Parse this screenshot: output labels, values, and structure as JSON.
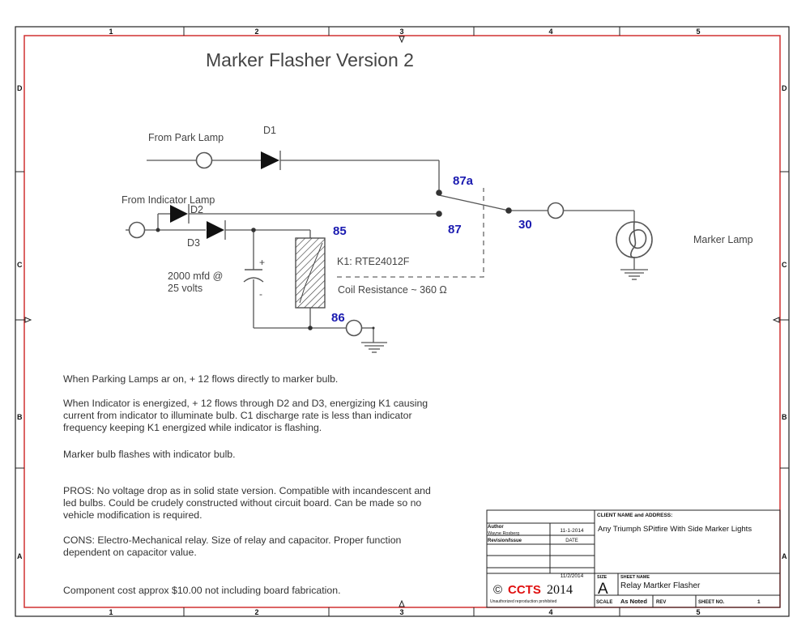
{
  "title": "Marker Flasher Version 2",
  "frame": {
    "columns": [
      "1",
      "2",
      "3",
      "4",
      "5"
    ],
    "rows": [
      "D",
      "C",
      "B",
      "A"
    ],
    "border_color": "#d03030"
  },
  "schematic": {
    "from_park_lamp": "From  Park Lamp",
    "from_indicator_lamp": "From  Indicator Lamp",
    "d1": "D1",
    "d2": "D2",
    "d3": "D3",
    "capacitor_label_1": "2000 mfd @",
    "capacitor_label_2": "25 volts",
    "cap_plus": "+",
    "cap_minus": "-",
    "relay_name": "K1:  RTE24012F",
    "coil_resistance": "Coil Resistance ~ 360 Ω",
    "pin_85": "85",
    "pin_86": "86",
    "pin_87": "87",
    "pin_87a": "87a",
    "pin_30": "30",
    "marker_lamp": "Marker Lamp"
  },
  "notes": {
    "p1": "When Parking Lamps ar on, + 12 flows directly to marker bulb.",
    "p2": "When Indicator is energized, + 12 flows through D2 and D3, energizing K1 causing current from indicator to illuminate bulb. C1 discharge rate is less than indicator frequency keeping K1 energized while indicator is flashing.",
    "p3": "Marker bulb flashes with indicator bulb.",
    "pros": "PROS:  No voltage drop as in solid state version. Compatible with incandescent and led bulbs. Could be crudely constructed without circuit board. Can be made so no vehicle modification is required.",
    "cons": "CONS:  Electro-Mechanical relay. Size of relay and capacitor.  Proper function dependent on capacitor value.",
    "cost": "Component cost approx $10.00 not including board fabrication."
  },
  "title_block": {
    "client_label": "CLIENT NAME and ADDRESS:",
    "client_value": "Any Triumph SPitfire With Side Marker Lights",
    "author_label": "Author",
    "author_name": "Wayne Rosberg",
    "author_date": "11-1-2014",
    "revision_label": "Revision/Issue",
    "date_label": "DATE",
    "issue_date": "11/2/2014",
    "copyright_symbol": "©",
    "company": "CCTS",
    "year": "2014",
    "company_color": "#e01010",
    "unauthorized": "Unauthorized reproduction prohibited",
    "size_label": "SIZE",
    "size_value": "A",
    "sheet_name_label": "SHEET NAME",
    "sheet_name_value": "Relay Martker Flasher",
    "scale_label": "SCALE",
    "scale_value": "As Noted",
    "rev_label": "REV",
    "sheet_no_label": "SHEET NO.",
    "sheet_no_value": "1"
  }
}
